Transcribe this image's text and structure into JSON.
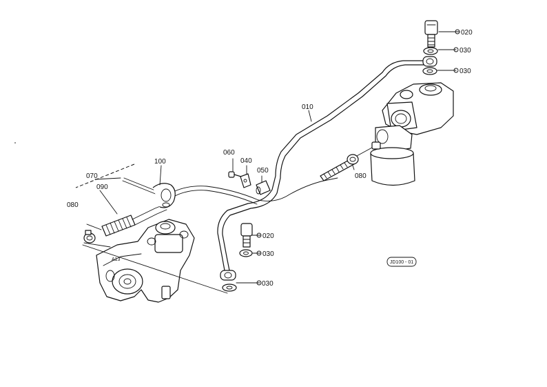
{
  "callouts": [
    {
      "id": "c010a",
      "text": "010"
    },
    {
      "id": "c020a",
      "text": "020"
    },
    {
      "id": "c030a",
      "text": "030"
    },
    {
      "id": "c030b",
      "text": "030"
    },
    {
      "id": "c060",
      "text": "060"
    },
    {
      "id": "c040",
      "text": "040"
    },
    {
      "id": "c050",
      "text": "050"
    },
    {
      "id": "c080a",
      "text": "080"
    },
    {
      "id": "c100",
      "text": "100"
    },
    {
      "id": "c070",
      "text": "070"
    },
    {
      "id": "c090",
      "text": "090"
    },
    {
      "id": "c080b",
      "text": "080"
    },
    {
      "id": "c020b",
      "text": "020"
    },
    {
      "id": "c030c",
      "text": "030"
    },
    {
      "id": "c030d",
      "text": "030"
    }
  ],
  "reference_code": "JD100 - 01",
  "colors": {
    "ink": "#111111",
    "paper": "#ffffff"
  }
}
